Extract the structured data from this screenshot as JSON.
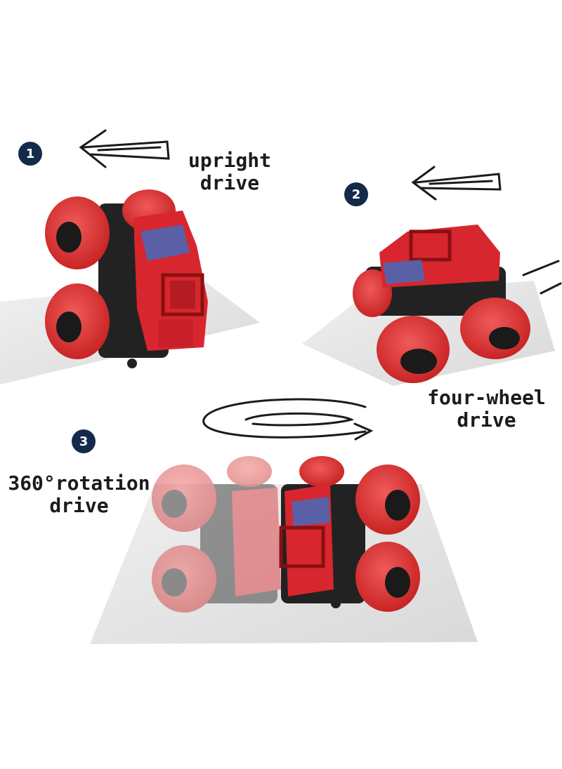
{
  "steps": [
    {
      "number": "1",
      "caption_line1": "upright",
      "caption_line2": "drive"
    },
    {
      "number": "2",
      "caption_line1": "four-wheel",
      "caption_line2": "drive"
    },
    {
      "number": "3",
      "caption_line1": "360°rotation",
      "caption_line2": "drive"
    }
  ],
  "colors": {
    "badge": "#142a4a",
    "tire": "#e33a3a",
    "body": "#d8262e",
    "accent": "#3b6fc4",
    "ramp": "#e6e6e6",
    "chassis": "#222222"
  },
  "icons": [
    "arrow-left-icon",
    "rotation-arrow-icon"
  ]
}
